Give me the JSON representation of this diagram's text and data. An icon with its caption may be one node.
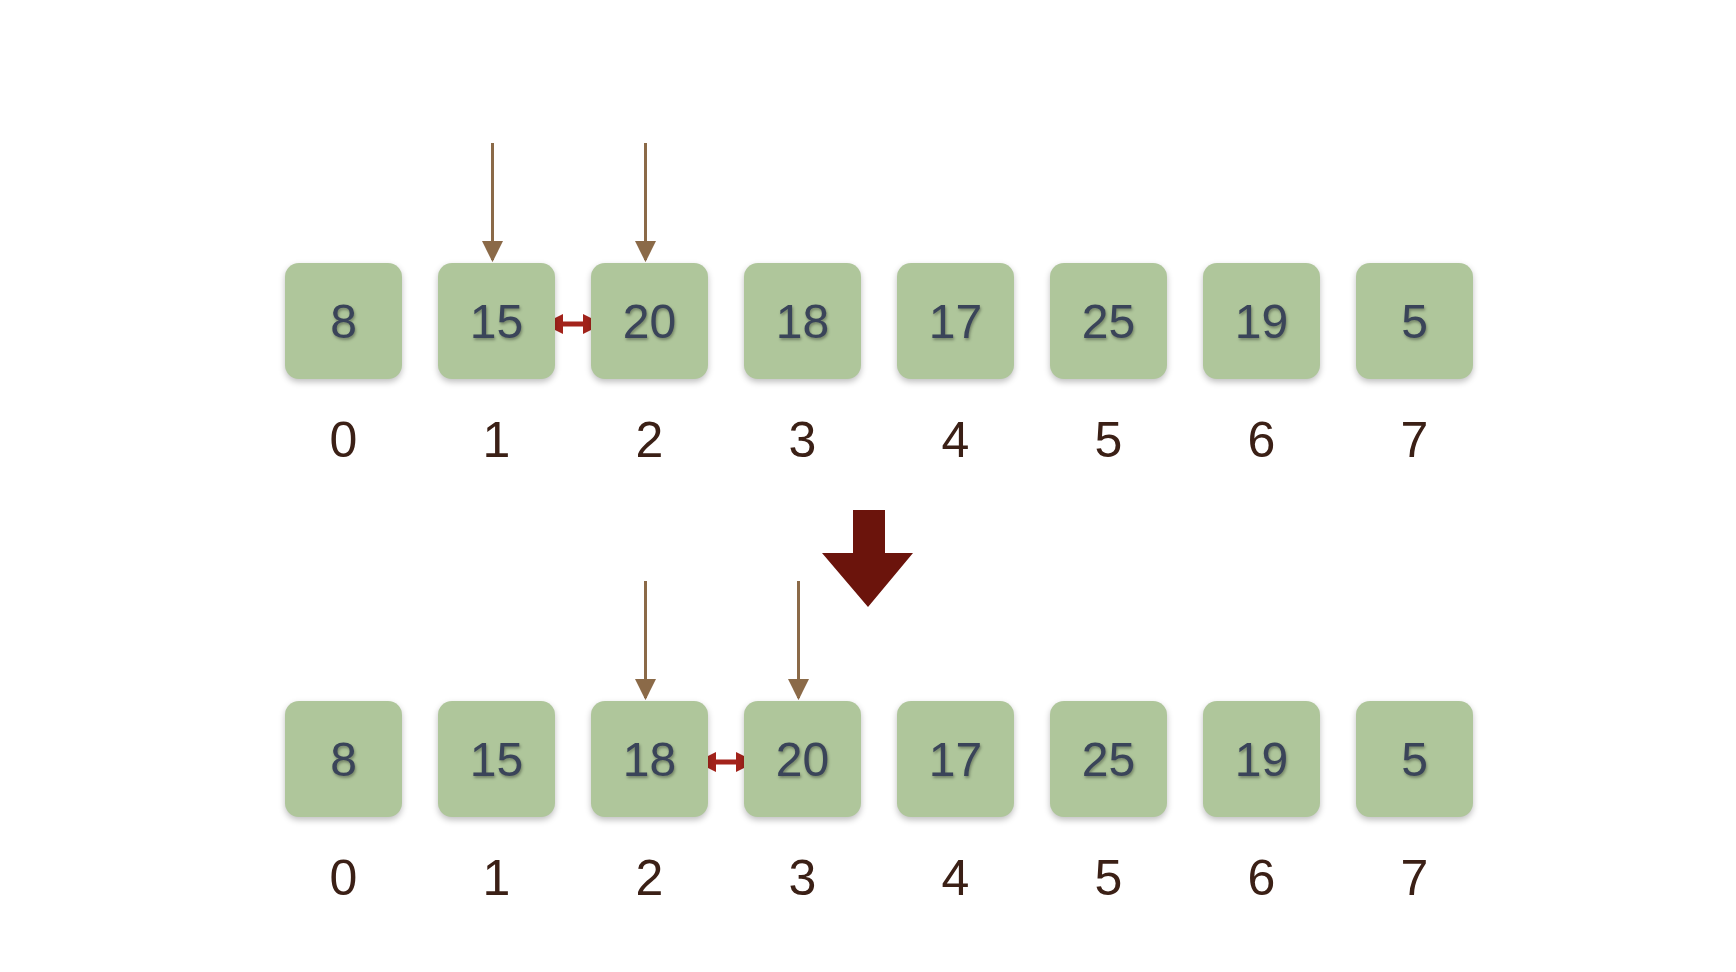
{
  "diagram": {
    "nodes": [
      {
        "text": [
          "8"
        ]
      },
      {
        "text": [
          "15"
        ]
      },
      {
        "text": [
          "20"
        ]
      },
      {
        "text": [
          "18"
        ]
      },
      {
        "text": [
          "17"
        ]
      },
      {
        "text": [
          "25"
        ]
      },
      {
        "text": [
          "19"
        ]
      },
      {
        "text": [
          "5"
        ]
      },
      {
        "text": [
          "8"
        ]
      },
      {
        "text": [
          "15"
        ]
      },
      {
        "text": [
          "18"
        ]
      },
      {
        "text": [
          "20"
        ]
      },
      {
        "text": [
          "17"
        ]
      },
      {
        "text": [
          "25"
        ]
      },
      {
        "text": [
          "19"
        ]
      },
      {
        "text": [
          "5"
        ]
      }
    ],
    "edges": [
      {
        "from": null,
        "to": 1,
        "arrow": "to"
      },
      {
        "from": null,
        "to": 2,
        "arrow": "to"
      },
      {
        "from": 1,
        "to": 2,
        "arrow": "both",
        "color": "#a3231b"
      },
      {
        "from": null,
        "to": 10,
        "arrow": "to"
      },
      {
        "from": null,
        "to": 11,
        "arrow": "to"
      },
      {
        "from": 10,
        "to": 11,
        "arrow": "both",
        "color": "#a3231b"
      }
    ],
    "labels": [
      "0",
      "1",
      "2",
      "3",
      "4",
      "5",
      "6",
      "7",
      "0",
      "1",
      "2",
      "3",
      "4",
      "5",
      "6",
      "7"
    ]
  }
}
